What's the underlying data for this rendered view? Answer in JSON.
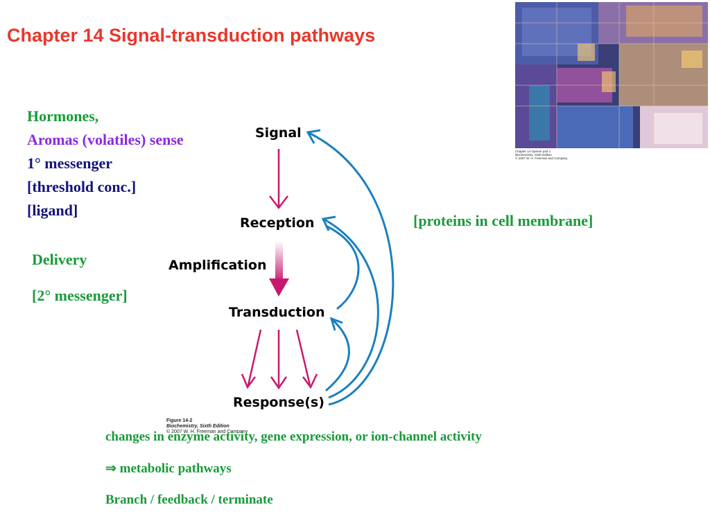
{
  "slide": {
    "title": "Chapter 14 Signal-transduction pathways",
    "left_notes": {
      "hormones": "Hormones,",
      "aromas": "Aromas (volatiles) sense",
      "messenger": "1° messenger",
      "threshold": "[threshold conc.]",
      "ligand": "[ligand]",
      "delivery": "Delivery",
      "second_messenger": "[2° messenger]"
    },
    "proteins_note": "[proteins in cell membrane]",
    "bottom_notes": {
      "line1": "changes in enzyme activity, gene expression, or ion-channel activity",
      "line2": "⇒ metabolic pathways",
      "line3": "Branch / feedback / terminate"
    }
  },
  "diagram": {
    "labels": {
      "signal": "Signal",
      "reception": "Reception",
      "amplification": "Amplification",
      "transduction": "Transduction",
      "response": "Response(s)"
    },
    "caption": {
      "line1": "Figure 14-2",
      "line2": "Biochemistry, Sixth Edition",
      "line3": "© 2007 W. H. Freeman and Company"
    },
    "colors": {
      "down_arrow": "#c8186e",
      "feedback_arrow": "#1a7fc0"
    }
  },
  "chip_image": {
    "caption": {
      "line1": "Chapter 14 Opener part 1",
      "line2": "Biochemistry, Sixth Edition",
      "line3": "© 2007 W. H. Freeman and Company"
    }
  }
}
